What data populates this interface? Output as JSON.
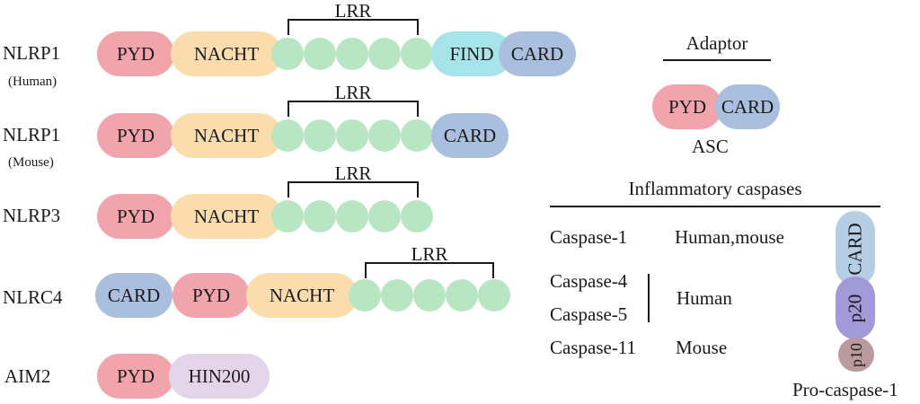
{
  "lrr_label": "LRR",
  "rows": [
    {
      "name": "NLRP1",
      "species": "(Human)",
      "domains": [
        "PYD",
        "NACHT",
        "FIND",
        "CARD"
      ]
    },
    {
      "name": "NLRP1",
      "species": "(Mouse)",
      "domains": [
        "PYD",
        "NACHT",
        "CARD"
      ]
    },
    {
      "name": "NLRP3",
      "domains": [
        "PYD",
        "NACHT"
      ]
    },
    {
      "name": "NLRC4",
      "domains": [
        "CARD",
        "PYD",
        "NACHT"
      ]
    },
    {
      "name": "AIM2",
      "domains": [
        "PYD",
        "HIN200"
      ]
    }
  ],
  "adaptor": {
    "heading": "Adaptor",
    "domains": [
      "PYD",
      "CARD"
    ],
    "name": "ASC"
  },
  "caspases": {
    "heading": "Inflammatory caspases",
    "entries": [
      {
        "name": "Caspase-1",
        "host": "Human,mouse"
      },
      {
        "name": "Caspase-4"
      },
      {
        "name": "Caspase-5",
        "host": "Human"
      },
      {
        "name": "Caspase-11",
        "host": "Mouse"
      }
    ],
    "pro_domains": [
      "CARD",
      "p20",
      "p10"
    ],
    "pro_label": "Pro-caspase-1"
  },
  "colors": {
    "PYD": "#f2a4ad",
    "NACHT": "#fbdcad",
    "LRR": "#b9e6c2",
    "FIND": "#a7e4ea",
    "CARD": "#a9bfdd",
    "HIN200": "#e4d4ea",
    "p20": "#a29ad8",
    "p10": "#bb9a9d"
  }
}
